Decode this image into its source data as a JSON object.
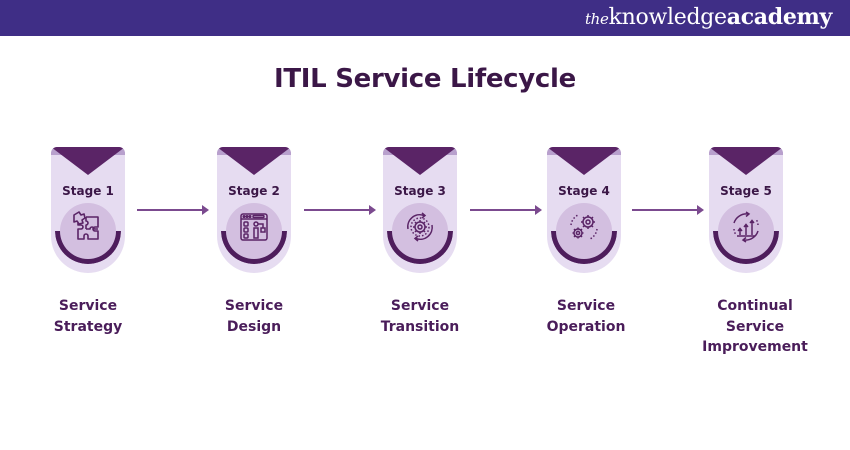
{
  "header": {
    "brand_prefix": "the",
    "brand_main": "knowledge",
    "brand_suffix": "academy",
    "bar_color": "#3f2e86"
  },
  "title": "ITIL Service Lifecycle",
  "colors": {
    "title": "#3b1747",
    "card_bg": "#e6dcf1",
    "triangle": "#5a2466",
    "circle": "#d3bfe0",
    "arc": "#4e1d5c",
    "arrow": "#7b4a8f"
  },
  "stages": [
    {
      "label": "Stage 1",
      "name_line1": "Service",
      "name_line2": "Strategy",
      "name_line3": "",
      "icon": "puzzle-icon"
    },
    {
      "label": "Stage 2",
      "name_line1": "Service",
      "name_line2": "Design",
      "name_line3": "",
      "icon": "design-layout-icon"
    },
    {
      "label": "Stage 3",
      "name_line1": "Service",
      "name_line2": "Transition",
      "name_line3": "",
      "icon": "cycle-gear-icon"
    },
    {
      "label": "Stage 4",
      "name_line1": "Service",
      "name_line2": "Operation",
      "name_line3": "",
      "icon": "gears-icon"
    },
    {
      "label": "Stage 5",
      "name_line1": "Continual",
      "name_line2": "Service",
      "name_line3": "Improvement",
      "icon": "growth-cycle-icon"
    }
  ]
}
